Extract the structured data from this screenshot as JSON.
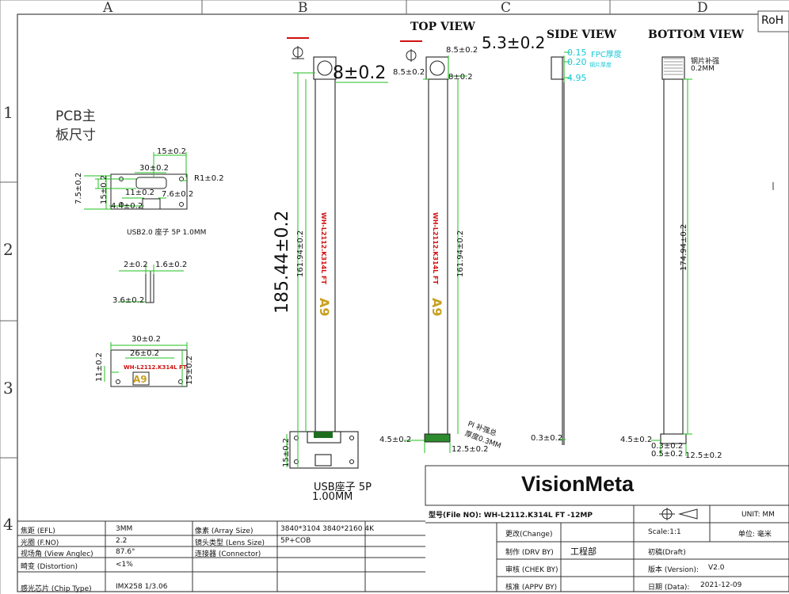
{
  "grid": {
    "columns": [
      "A",
      "B",
      "C",
      "D"
    ],
    "rows": [
      "1",
      "2",
      "3",
      "4"
    ]
  },
  "corner_label": "RoH",
  "pcb": {
    "title_line1": "PCB主",
    "title_line2": "板尺寸",
    "dims": {
      "w15": "15±0.2",
      "w30": "30±0.2",
      "r1": "R1±0.2",
      "h7_5": "7.5±0.2",
      "h15": "15±0.2",
      "w11": "11±0.2",
      "w7_6": "7.6±0.2",
      "w4_4": "4.4±0.2",
      "usb_label": "USB2.0  座子    5P   1.0MM",
      "side_2": "2±0.2",
      "side_1_6": "1.6±0.2",
      "side_3_6": "3.6±0.2",
      "b30": "30±0.2",
      "b26": "26±0.2",
      "b11": "11±0.2",
      "b15": "15±0.2",
      "board_text": "WH-L2112.K314L FT",
      "board_logo": "A9"
    }
  },
  "viewB": {
    "dim_8": "8±0.2",
    "dim_total": "185.44±0.2",
    "dim_161": "161.94±0.2",
    "dim_15": "15±0.2",
    "cable_text": "WH-L2112.K314L FT",
    "cable_logo": "A9",
    "usb_label_1": "USB座子  5P",
    "usb_label_2": "1.00MM"
  },
  "top_view": {
    "title": "TOP VIEW",
    "dim_8_5_top": "8.5±0.2",
    "dim_8_5_left": "8.5±0.2",
    "dim_8": "8±0.2",
    "dim_161": "161.94±0.2",
    "dim_4_5": "4.5±0.2",
    "dim_12_5": "12.5±0.2",
    "pi_note_1": "PI  补强总",
    "pi_note_2": "厚度0.3MM",
    "cable_text": "WH-L2112.K314L FT",
    "cable_logo": "A9"
  },
  "side_view": {
    "title": "SIDE VIEW",
    "dim_5_3": "5.3±0.2",
    "dim_0_15": "0.15",
    "fpc_label": "FPC厚度",
    "dim_0_20": "0.20",
    "steel_label": "钢片厚度",
    "dim_4_95": "4.95",
    "dim_0_3": "0.3±0.2"
  },
  "bottom_view": {
    "title": "BOTTOM VIEW",
    "steel_note_1": "钢片补强",
    "steel_note_2": "0.2MM",
    "dim_174": "174.94±0.2",
    "dim_4_5": "4.5±0.2",
    "dim_0_3": "0.3±0.2",
    "dim_0_5": "0.5±0.2",
    "dim_12_5": "12.5±0.2"
  },
  "brand": "VisionMeta",
  "file_no": "型号(File NO): WH-L2112.K314L FT -12MP",
  "specs": {
    "rows": [
      {
        "label": "焦距 (EFL)",
        "value": "3MM"
      },
      {
        "label": "光圈 (F.NO)",
        "value": "2.2"
      },
      {
        "label": "视场角 (View Anglec)",
        "value": "87.6°"
      },
      {
        "label": "畸变 (Distortion)",
        "value": "<1%"
      },
      {
        "label": "感光芯片 (Chip Type)",
        "value": "IMX258 1/3.06"
      }
    ],
    "rows2": [
      {
        "label": "像素 (Array Size)",
        "value": "3840*3104  3840*2160 4K"
      },
      {
        "label": "镜头类型 (Lens Size)",
        "value": "5P+COB"
      },
      {
        "label": "连接器 (Connector)",
        "value": ""
      }
    ]
  },
  "title_block": {
    "unit": "UNIT: MM",
    "scale": "Scale:1:1",
    "unit_cn": "单位: 毫米",
    "change": "更改(Change)",
    "drv_by": "制作 (DRV BY)",
    "drv_by_value": "工程部",
    "draft": "初稿(Draft)",
    "chek_by": "审核 (CHEK BY)",
    "version_label": "版本 (Version):",
    "version_value": "V2.0",
    "appv_by": "核准 (APPV BY)",
    "date_label": "日期 (Data):",
    "date_value": "2021-12-09"
  },
  "colors": {
    "dimension": "#22c21f",
    "outline": "#111111",
    "accent_cyan": "#1cc8d8",
    "label_red": "#d01010",
    "logo_yellow": "#c8a020"
  }
}
